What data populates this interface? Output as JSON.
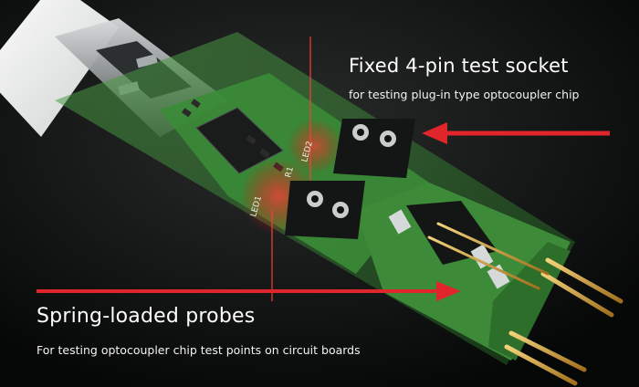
{
  "callouts": {
    "socket": {
      "title": "Fixed 4-pin test socket",
      "subtitle": "for testing plug-in type optocoupler chip"
    },
    "probes": {
      "title": "Spring-loaded probes",
      "subtitle": "For testing optocoupler chip test points on circuit boards"
    }
  },
  "board_labels": {
    "led1": "LED1",
    "led2": "LED2",
    "r1": "R1"
  },
  "colors": {
    "background": "#0b0c0c",
    "pcb_green": "#2f7a2c",
    "arrow_red": "#e0262a",
    "gold_pins": "#d7a541",
    "text": "#ffffff"
  },
  "icons": {
    "usb_connector": "usb-c-connector",
    "arrow": "arrow-left-icon"
  }
}
